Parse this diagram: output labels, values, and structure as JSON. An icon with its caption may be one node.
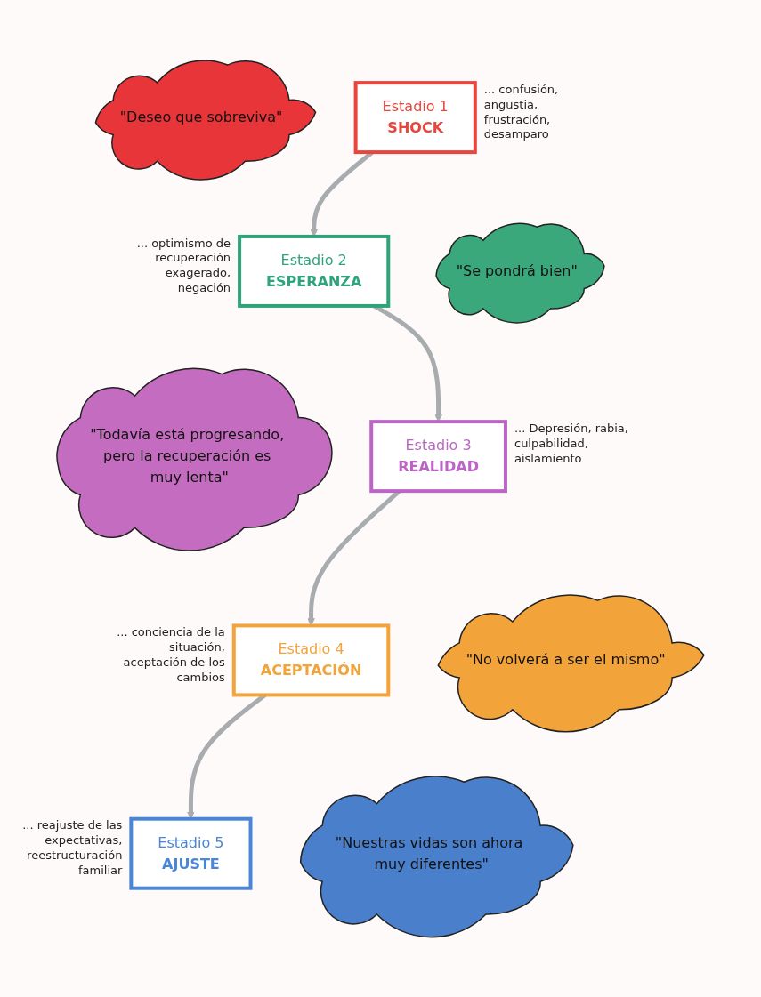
{
  "diagram": {
    "nodes": [
      {
        "text": [
          "\"Deseo que sobreviva\""
        ]
      },
      {
        "text": [
          "Estadio 1",
          "SHOCK"
        ],
        "beside": [
          "... confusión, angustia, frustración, desamparo"
        ]
      },
      {
        "text": [
          "Estadio 2",
          "ESPERANZA"
        ],
        "beside": [
          "... optimismo de recuperación exagerado, negación"
        ]
      },
      {
        "text": [
          "\"Se pondrá bien\""
        ]
      },
      {
        "text": [
          "\"Todavía está progresando, pero la recuperación es muy lenta\""
        ]
      },
      {
        "text": [
          "Estadio 3",
          "REALIDAD"
        ],
        "beside": [
          "... Depresión, rabia, culpabilidad, aislamiento"
        ]
      },
      {
        "text": [
          "Estadio 4",
          "ACEPTACIÓN"
        ],
        "beside": [
          "... conciencia de la situación, aceptación de los cambios"
        ]
      },
      {
        "text": [
          "\"No volverá a ser el mismo\""
        ]
      },
      {
        "text": [
          "\"Nuestras vidas son ahora muy diferentes\""
        ]
      },
      {
        "text": [
          "Estadio 5",
          "AJUSTE"
        ],
        "beside": [
          "... reajuste de las expectativas, reestructuración familiar"
        ]
      }
    ],
    "edges": [
      {
        "from": 1,
        "to": 2,
        "arrow": "to"
      },
      {
        "from": 2,
        "to": 5,
        "arrow": "to"
      },
      {
        "from": 5,
        "to": 6,
        "arrow": "to"
      },
      {
        "from": 6,
        "to": 9,
        "arrow": "to"
      }
    ]
  }
}
